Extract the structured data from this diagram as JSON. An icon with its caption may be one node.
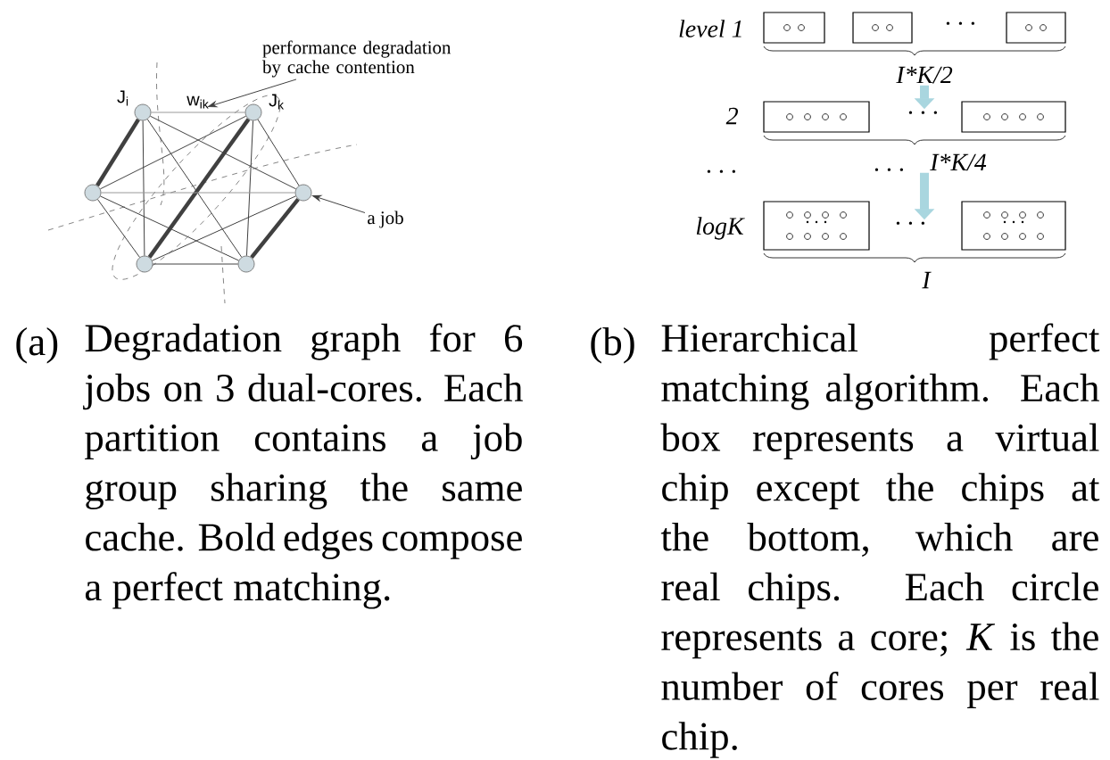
{
  "diagram": {
    "nodes": [
      {
        "text": [],
        "shape": "circle",
        "beside": [
          "J$_{i}$"
        ]
      },
      {
        "text": [],
        "shape": "circle",
        "beside": [
          "J$_{k}$"
        ]
      },
      {
        "text": [],
        "shape": "circle"
      },
      {
        "text": [],
        "shape": "circle"
      },
      {
        "text": [],
        "shape": "circle"
      },
      {
        "text": [],
        "shape": "circle"
      },
      {
        "text": [
          "performance degradation by cache contention"
        ]
      },
      {
        "text": [
          "a job"
        ]
      },
      {
        "text": [],
        "shape": "box"
      },
      {
        "text": [],
        "shape": "box"
      },
      {
        "text": [],
        "shape": "box"
      },
      {
        "text": [],
        "shape": "box"
      },
      {
        "text": [],
        "shape": "box"
      },
      {
        "text": [],
        "shape": "box"
      },
      {
        "text": [],
        "shape": "box"
      },
      {
        "text": [
          "I*K/2"
        ]
      },
      {
        "text": [
          "I*K/4"
        ]
      },
      {
        "text": [
          "· · ·"
        ]
      },
      {
        "text": [
          "· · ·"
        ]
      }
    ],
    "edges": [
      {
        "from": 0,
        "to": 1,
        "arrow": "none",
        "label": "w$_{ik}$",
        "color": "#999999"
      },
      {
        "from": 0,
        "to": 2,
        "arrow": "none",
        "style": "thick"
      },
      {
        "from": 0,
        "to": 3,
        "arrow": "none"
      },
      {
        "from": 0,
        "to": 4,
        "arrow": "none"
      },
      {
        "from": 0,
        "to": 5,
        "arrow": "none"
      },
      {
        "from": 1,
        "to": 2,
        "arrow": "none"
      },
      {
        "from": 1,
        "to": 3,
        "arrow": "none"
      },
      {
        "from": 1,
        "to": 4,
        "arrow": "none",
        "style": "thick"
      },
      {
        "from": 1,
        "to": 5,
        "arrow": "none"
      },
      {
        "from": 2,
        "to": 3,
        "arrow": "none",
        "color": "#999999"
      },
      {
        "from": 2,
        "to": 4,
        "arrow": "none"
      },
      {
        "from": 2,
        "to": 5,
        "arrow": "none"
      },
      {
        "from": 3,
        "to": 4,
        "arrow": "none"
      },
      {
        "from": 3,
        "to": 5,
        "arrow": "none",
        "style": "thick"
      },
      {
        "from": 4,
        "to": 5,
        "arrow": "none"
      },
      {
        "from": 6,
        "to": null,
        "arrow": "to"
      },
      {
        "from": 7,
        "to": 3,
        "arrow": "to"
      },
      {
        "from": 15,
        "to": 17,
        "arrow": "to",
        "style": "thick",
        "color": "#a9d6df"
      },
      {
        "from": 16,
        "to": 18,
        "arrow": "to",
        "style": "thick",
        "color": "#a9d6df"
      }
    ],
    "labels": [
      "level 1",
      "· · ·",
      "2",
      "· · ·",
      "· · ·",
      "logK",
      "I",
      "(a)",
      "Degradation graph for 6 jobs on 3 dual-cores. Each partition contains a job group sharing the same cache. Bold edges compose a perfect matching.",
      "(b)",
      "Hierarchical perfect matching algorithm. Each box represents a virtual chip except the chips at the bottom, which are real chips. Each circle represents a core; *K* is the number of cores per real chip."
    ]
  }
}
